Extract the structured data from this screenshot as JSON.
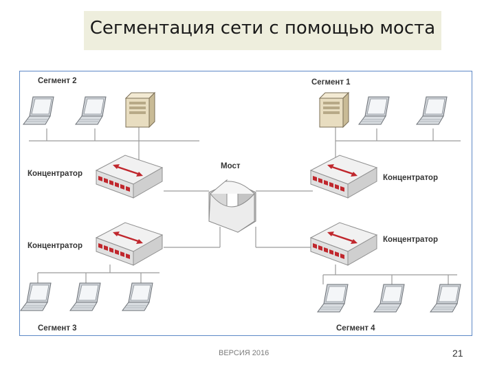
{
  "title": "Сегментация сети с помощью моста",
  "diagram": {
    "segment_2": "Сегмент 2",
    "segment_1": "Сегмент 1",
    "segment_3": "Сегмент 3",
    "segment_4": "Сегмент 4",
    "hub_label": "Концентратор",
    "bridge_label": "Мост"
  },
  "footer": {
    "version": "ВЕРСИЯ 2016",
    "page_number": "21"
  },
  "colors": {
    "frame_border": "#5b87c5",
    "hub_red": "#c0272d",
    "title_bg": "#eeeedd"
  },
  "icons": [
    "laptop-icon",
    "server-icon",
    "hub-icon",
    "bridge-icon"
  ]
}
